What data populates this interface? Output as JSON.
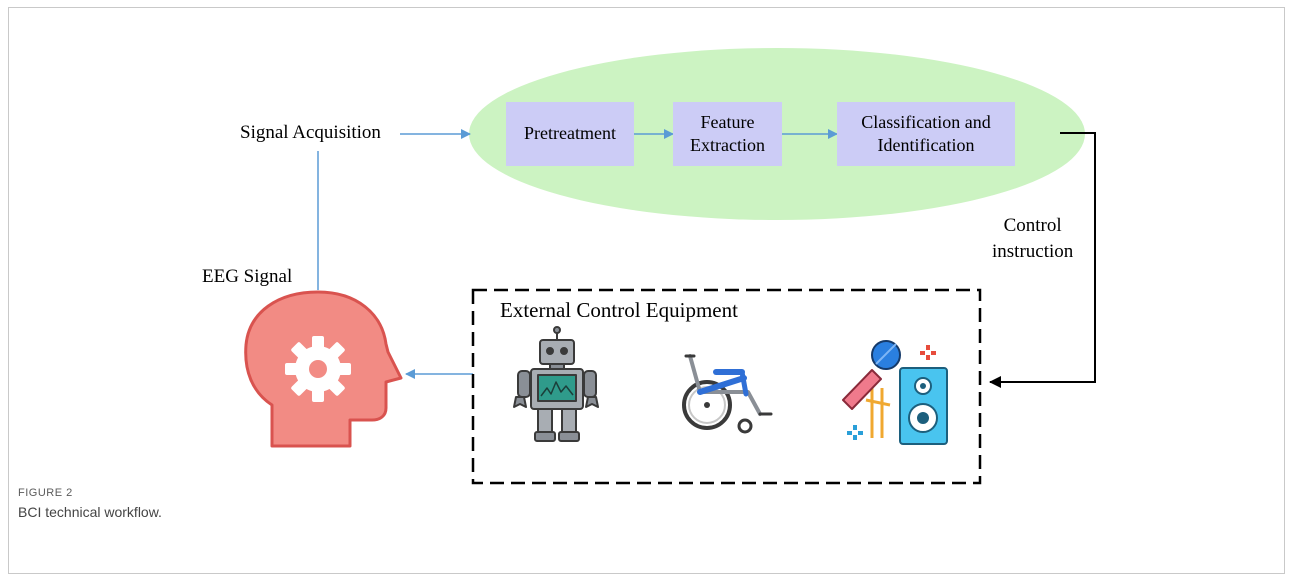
{
  "diagram": {
    "signal_acquisition": "Signal Acquisition",
    "eeg_signal": "EEG Signal",
    "control_instruction": "Control\ninstruction",
    "stages": [
      {
        "label": "Pretreatment"
      },
      {
        "label": "Feature\nExtraction"
      },
      {
        "label": "Classification and\nIdentification"
      }
    ],
    "equipment_title": "External Control Equipment",
    "equipment_icons": [
      "robot-icon",
      "wheelchair-icon",
      "microphone-speaker-icon"
    ],
    "head_icon": "head-gear-icon",
    "colors": {
      "ellipse": "#ccf3c2",
      "stage_box": "#ccccf6",
      "arrow": "#5b9bd5",
      "head": "#f28b84",
      "head_outline": "#d9534f"
    }
  },
  "caption": {
    "figure_label": "FIGURE 2",
    "text": "BCI technical workflow."
  }
}
